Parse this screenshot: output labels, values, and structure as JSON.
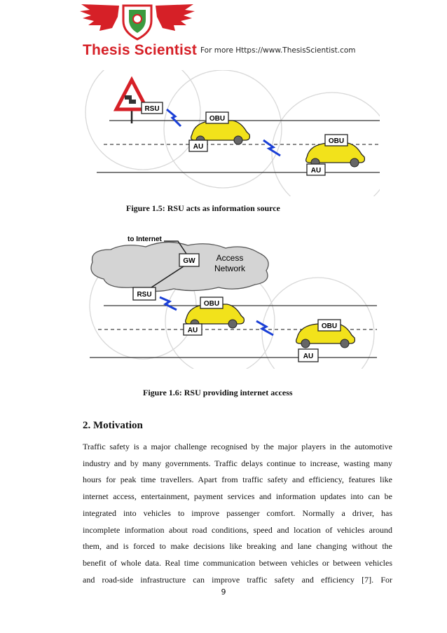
{
  "header": {
    "brand_name": "Thesis Scientist",
    "link_text": "For more Https://www.ThesisScientist.com"
  },
  "figure1": {
    "caption": "Figure 1.5: RSU acts as information source",
    "labels": {
      "rsu": "RSU",
      "obu_left": "OBU",
      "au_left": "AU",
      "obu_right": "OBU",
      "au_right": "AU"
    }
  },
  "figure2": {
    "caption": "Figure 1.6: RSU providing internet access",
    "labels": {
      "to_internet": "to Internet",
      "gw": "GW",
      "access_network_line1": "Access",
      "access_network_line2": "Network",
      "rsu": "RSU",
      "obu_left": "OBU",
      "au_left": "AU",
      "obu_right": "OBU",
      "au_right": "AU"
    }
  },
  "section": {
    "heading": "2. Motivation",
    "lines": [
      "Traffic safety is a major challenge recognised by the major players in the automotive",
      "industry and by many governments. Traffic delays continue to increase, wasting many",
      "hours for peak time travellers. Apart from traffic safety and efficiency, features like",
      "internet access, entertainment, payment services and information updates into can be",
      "integrated into vehicles to improve passenger comfort. Normally a driver, has",
      "incomplete information about road conditions, speed and location of vehicles around",
      "them, and is forced to make decisions like breaking and lane changing without the",
      "benefit of whole data. Real time communication between vehicles or between vehicles",
      "and road-side infrastructure can improve traffic safety and efficiency [7]. For"
    ]
  },
  "page_number": "9",
  "colors": {
    "brand_red": "#d62027",
    "car_yellow": "#f2e21b",
    "link_blue": "#1a3fd6"
  }
}
